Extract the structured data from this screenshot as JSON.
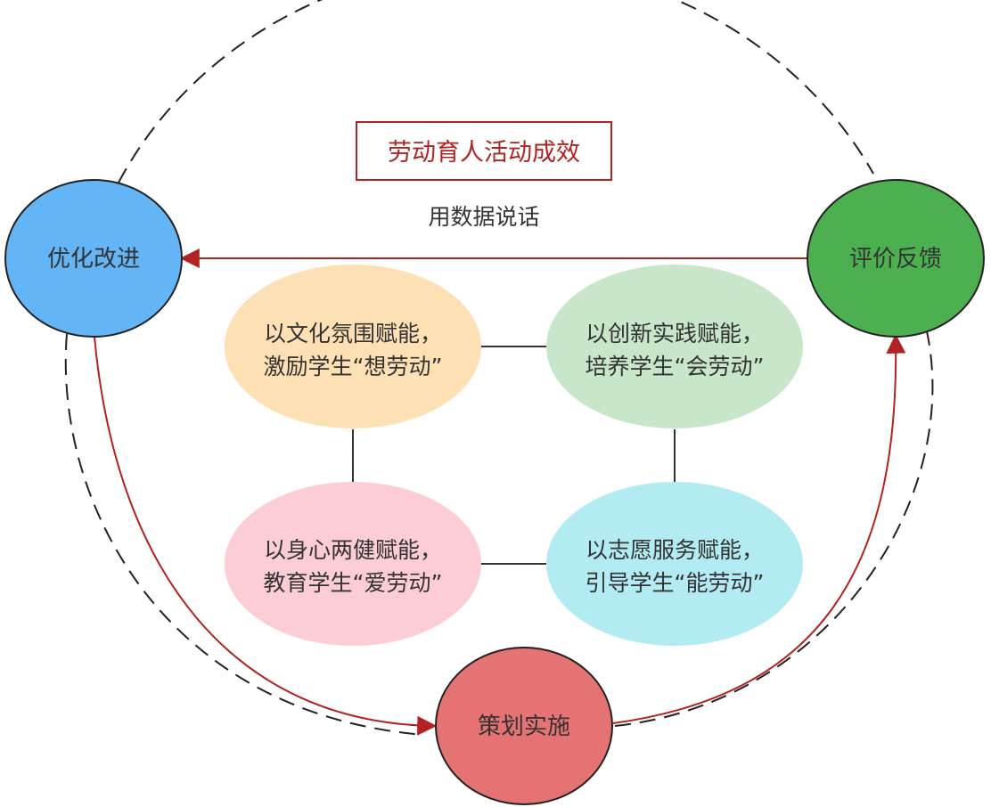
{
  "title": "劳动育人活动成效",
  "subtitle": "用数据说话",
  "cycle_nodes": {
    "optimize": "优化改进",
    "evaluate": "评价反馈",
    "implement": "策划实施"
  },
  "pillars": {
    "culture": {
      "line1": "以文化氛围赋能，",
      "line2": "激励学生“想劳动”"
    },
    "innovation": {
      "line1": "以创新实践赋能，",
      "line2": "培养学生“会劳动”"
    },
    "health": {
      "line1": "以身心两健赋能，",
      "line2": "教育学生“爱劳动”"
    },
    "volunteer": {
      "line1": "以志愿服务赋能，",
      "line2": "引导学生“能劳动”"
    }
  },
  "colors": {
    "optimize": "#64b5f6",
    "evaluate": "#4caf50",
    "implement": "#e57373",
    "culture": "#fde0b4",
    "innovation": "#c8e6c9",
    "health": "#fdcdd5",
    "volunteer": "#b2ebf2",
    "arrow": "#b22222",
    "title_border": "#b22222"
  }
}
